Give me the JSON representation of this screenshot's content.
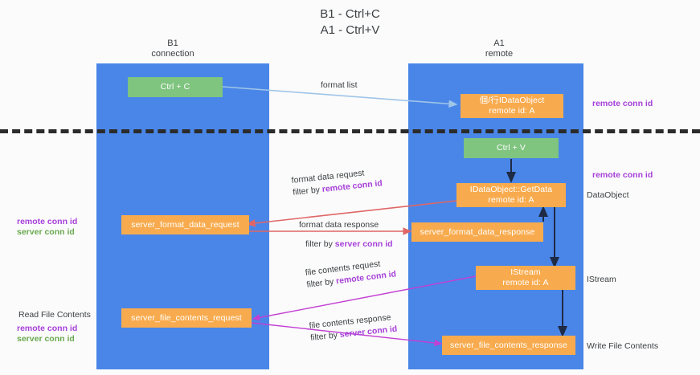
{
  "title": {
    "line1": "B1 - Ctrl+C",
    "line2": "A1 - Ctrl+V"
  },
  "columns": [
    {
      "name": "B1",
      "sub": "connection"
    },
    {
      "name": "A1",
      "sub": "remote"
    }
  ],
  "nodes": {
    "ctrl_c": {
      "label": "Ctrl + C"
    },
    "ctrl_v": {
      "label": "Ctrl + V"
    },
    "idataobject_top": {
      "line1": "個/行IDataObject",
      "line2": "remote id: A"
    },
    "getdata": {
      "line1": "IDataObject::GetData",
      "line2": "remote id: A"
    },
    "istream": {
      "line1": "IStream",
      "line2": "remote id: A"
    },
    "server_format_data_request": {
      "label": "server_format_data_request"
    },
    "server_format_data_response": {
      "label": "server_format_data_response"
    },
    "server_file_contents_request": {
      "label": "server_file_contents_request"
    },
    "server_file_contents_response": {
      "label": "server_file_contents_response"
    }
  },
  "arrow_labels": {
    "format_list": {
      "text": "format list"
    },
    "format_data_request": {
      "line1": "format data request",
      "line2_prefix": "filter by ",
      "line2_key": "remote conn id"
    },
    "format_data_response": {
      "line1": "format data response",
      "line2_prefix": "filter by ",
      "line2_key": "server conn id"
    },
    "file_contents_request": {
      "line1": "file contents request",
      "line2_prefix": "filter by ",
      "line2_key": "remote conn id"
    },
    "file_contents_response": {
      "line1": "file contents response",
      "line2_prefix": "filter by ",
      "line2_key": "server conn id"
    }
  },
  "side_labels": {
    "right_remote_conn_top": "remote conn id",
    "right_remote_conn_mid": "remote conn id",
    "right_dataobject": "DataObject",
    "right_istream": "IStream",
    "right_write_file_contents": "Write File Contents",
    "left_remote_conn_id": "remote conn id",
    "left_server_conn_id": "server conn id",
    "left_read_file_contents": "Read File Contents",
    "left_remote_conn_id_2": "remote conn id",
    "left_server_conn_id_2": "server conn id"
  },
  "colors": {
    "lane": "#4a86e8",
    "green_box": "#7fc47f",
    "orange_box": "#f8ab4e",
    "purple_text": "#a63fd9",
    "green_text": "#6aa84f",
    "red_arrow": "#e06666",
    "magenta_arrow": "#c23fd3",
    "blue_arrow": "#9fc5e8",
    "dark_arrow": "#1f2a44",
    "divider": "#2b2b2b",
    "background": "#fbfbfb"
  }
}
